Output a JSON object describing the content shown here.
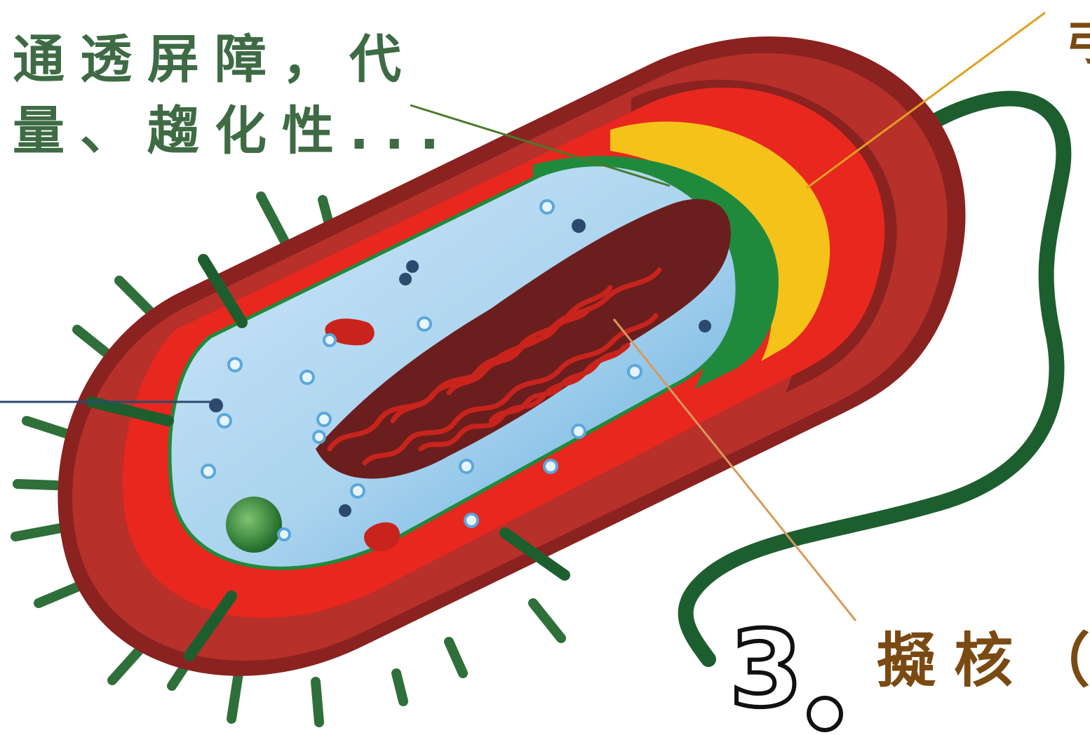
{
  "labels": {
    "top_line1": "通透屏障，代",
    "top_line2": "量、趨化性...",
    "top_right": "弓",
    "nucleoid": "擬核（",
    "step_number": "3"
  },
  "colors": {
    "outer_wall": "#b7302a",
    "wall_dark": "#8a2220",
    "wall_bright": "#e8271f",
    "capsule_yellow": "#f5c21a",
    "membrane_green": "#1f8a3c",
    "cytoplasm_blue": "#a9d3ee",
    "cytoplasm_deep": "#5aa7dc",
    "dna_red": "#c8241c",
    "dna_dark": "#6b1e1e",
    "flagellum_green": "#1d5e2e",
    "pili_green": "#2f6f3a",
    "pointer_green": "#4a7a2a",
    "pointer_orange": "#e0a020",
    "pointer_tan": "#d79a5a",
    "pointer_navy": "#2c4a6e",
    "label_green": "#3e6b44",
    "label_brown": "#7a4a12"
  }
}
